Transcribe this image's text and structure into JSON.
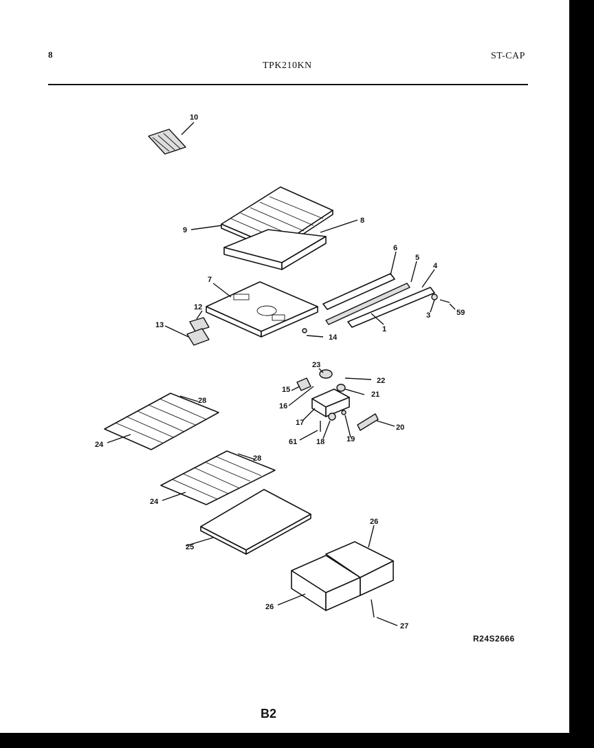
{
  "header": {
    "page_mark": "8",
    "model": "TPK210KN",
    "variant": "ST-CAP"
  },
  "footer": {
    "reference": "R24S2666",
    "page_number": "B2"
  },
  "callouts": [
    "10",
    "9",
    "8",
    "7",
    "6",
    "5",
    "4",
    "3",
    "59",
    "1",
    "12",
    "13",
    "14",
    "23",
    "22",
    "15",
    "16",
    "21",
    "17",
    "20",
    "61",
    "18",
    "19",
    "28",
    "24",
    "28",
    "24",
    "25",
    "26",
    "26",
    "27"
  ]
}
